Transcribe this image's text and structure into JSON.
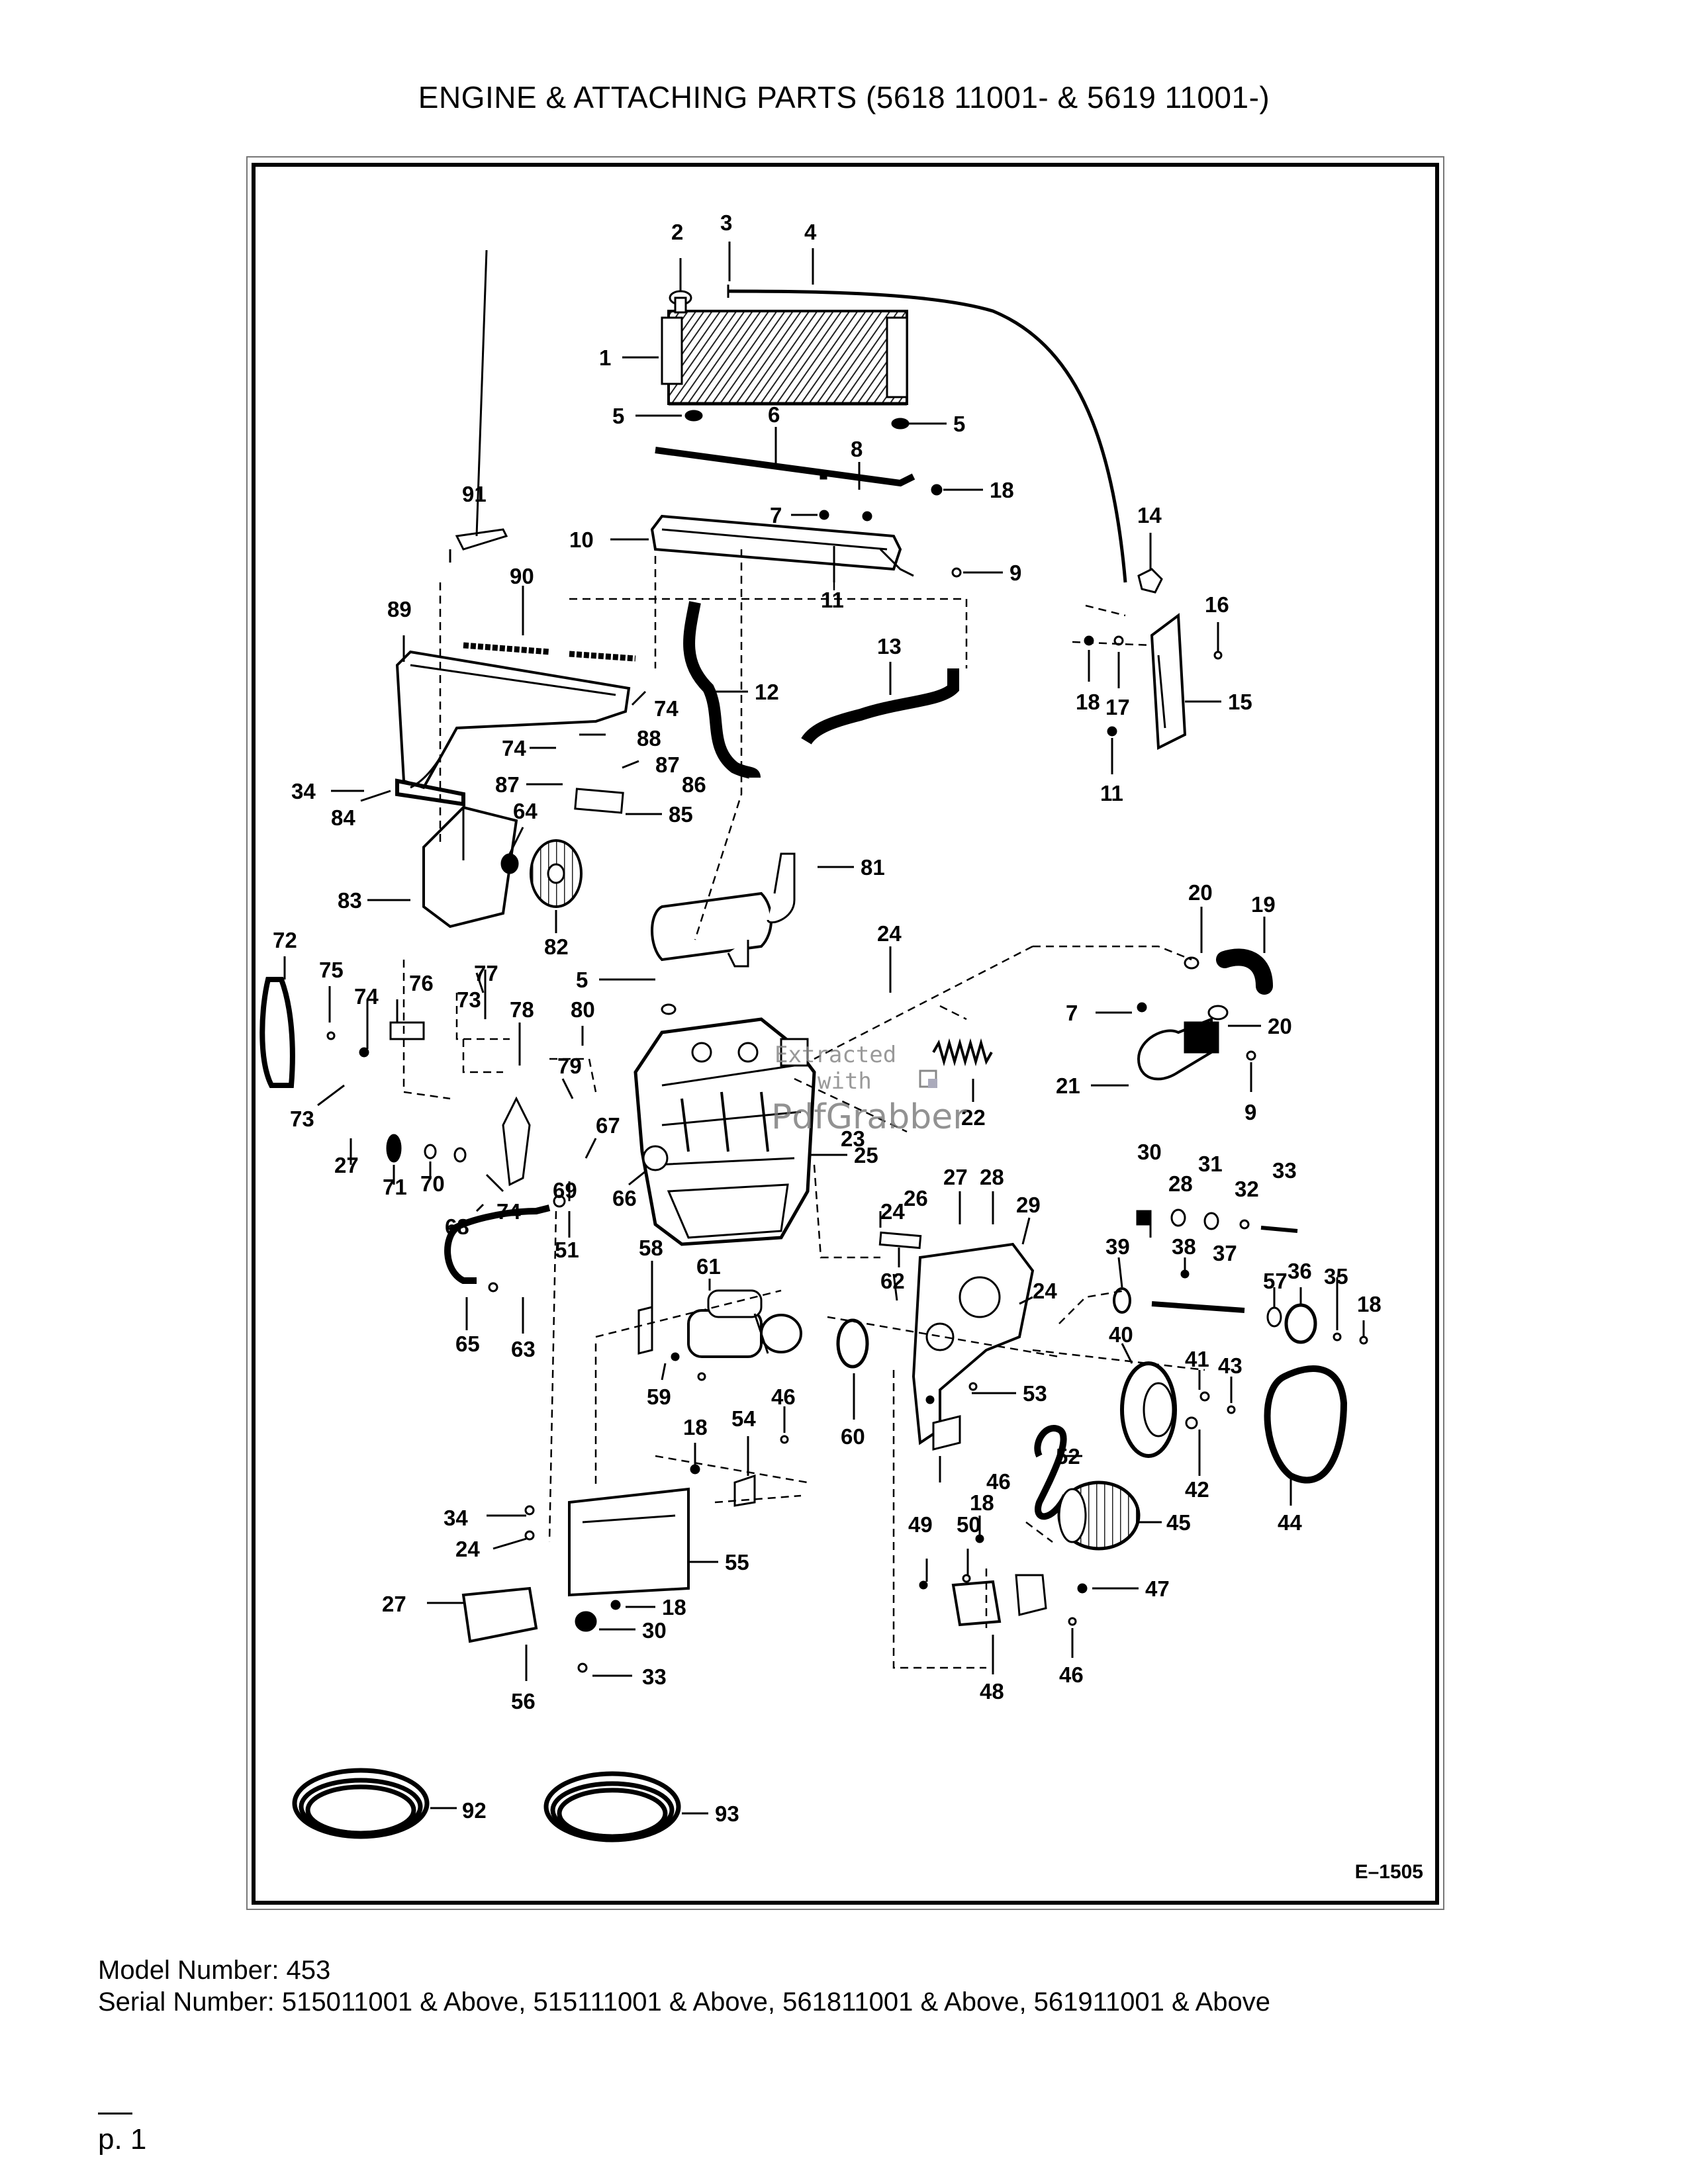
{
  "title": "ENGINE & ATTACHING PARTS (5618 11001- & 5619 11001-)",
  "figure_code": "E–1505",
  "watermark": {
    "line1": "Extracted",
    "line2": "with",
    "brand": "PdfGrabber"
  },
  "footer": {
    "model": "Model Number: 453",
    "serial": "Serial Number: 515011001 & Above, 515111001 & Above, 561811001 & Above, 561911001 & Above"
  },
  "page_label": "p. 1",
  "part_callouts": [
    "1",
    "2",
    "3",
    "4",
    "5",
    "5",
    "5",
    "6",
    "7",
    "7",
    "8",
    "9",
    "9",
    "10",
    "11",
    "11",
    "12",
    "13",
    "14",
    "15",
    "16",
    "17",
    "18",
    "18",
    "18",
    "18",
    "18",
    "18",
    "19",
    "20",
    "20",
    "21",
    "22",
    "23",
    "24",
    "24",
    "24",
    "24",
    "25",
    "26",
    "27",
    "27",
    "27",
    "28",
    "28",
    "29",
    "30",
    "30",
    "31",
    "32",
    "33",
    "33",
    "34",
    "34",
    "35",
    "36",
    "37",
    "38",
    "39",
    "40",
    "41",
    "42",
    "43",
    "44",
    "45",
    "46",
    "46",
    "46",
    "47",
    "48",
    "49",
    "50",
    "51",
    "52",
    "53",
    "54",
    "55",
    "56",
    "57",
    "58",
    "59",
    "60",
    "61",
    "62",
    "63",
    "64",
    "65",
    "66",
    "67",
    "68",
    "69",
    "70",
    "71",
    "72",
    "73",
    "73",
    "74",
    "74",
    "74",
    "74",
    "75",
    "76",
    "77",
    "78",
    "79",
    "80",
    "81",
    "82",
    "83",
    "84",
    "85",
    "86",
    "87",
    "87",
    "88",
    "89",
    "90",
    "91",
    "92",
    "93"
  ]
}
